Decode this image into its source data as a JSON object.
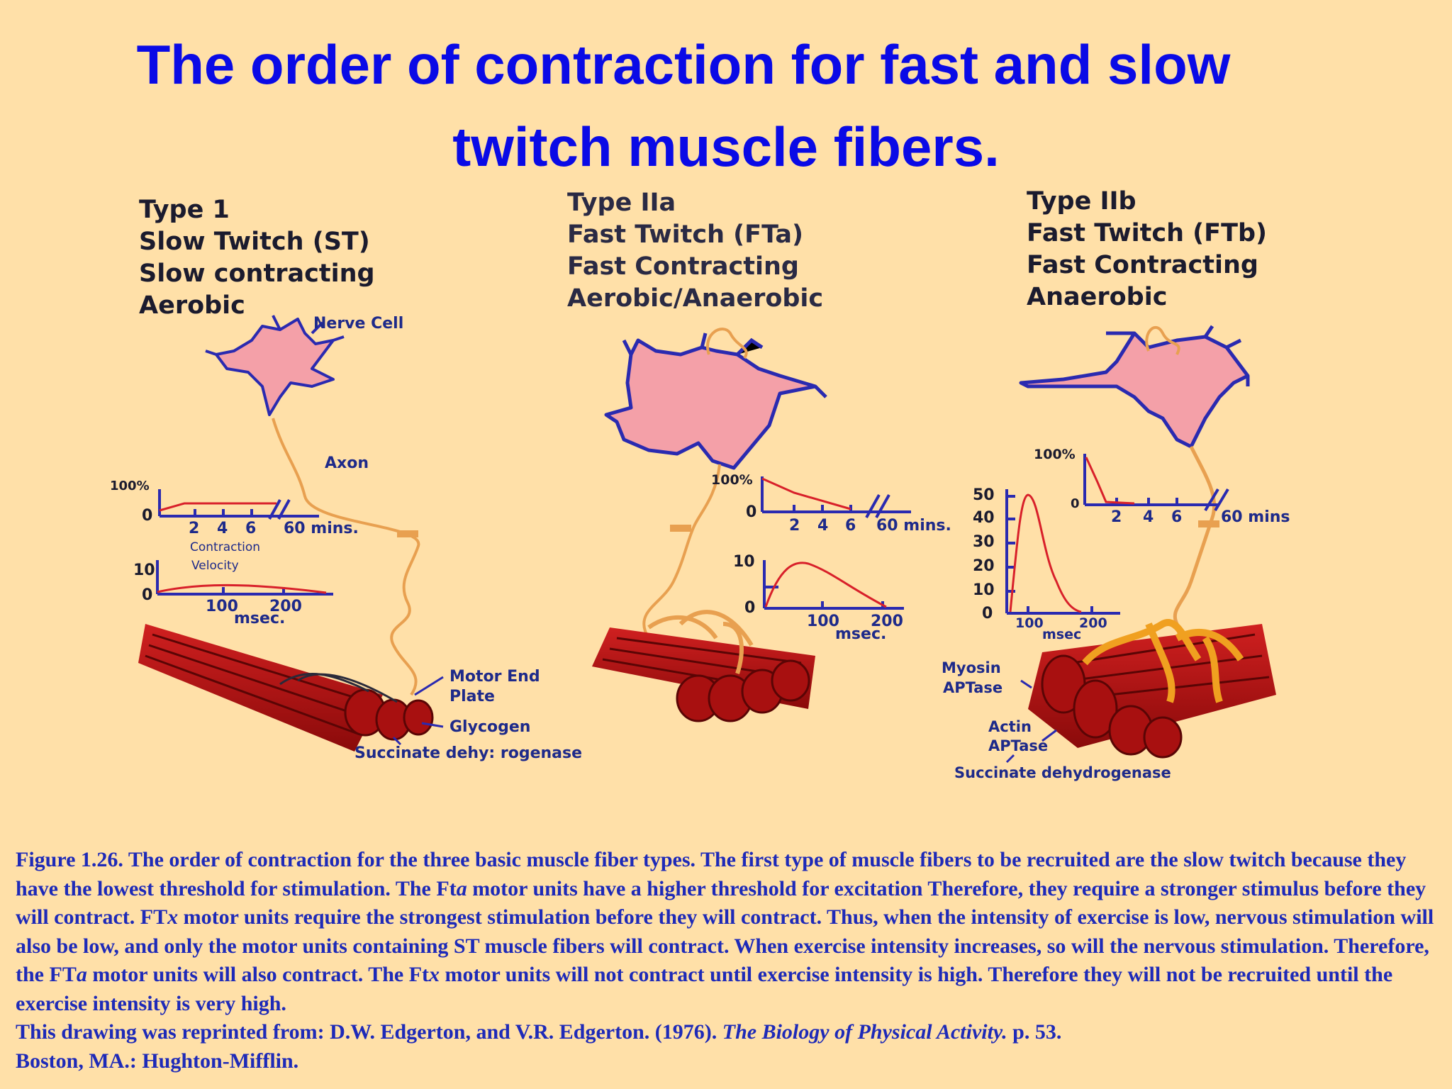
{
  "title": {
    "line1": "The order of contraction for fast and slow",
    "line2": "twitch muscle fibers."
  },
  "panels": [
    {
      "lines": [
        "Type 1",
        "Slow Twitch (ST)",
        "Slow contracting",
        "Aerobic"
      ],
      "labels": {
        "nerve_cell": "Nerve Cell",
        "axon": "Axon",
        "pct100": "100%",
        "zero_a": "0",
        "ticks_a": [
          "2",
          "4",
          "6",
          "60 mins."
        ],
        "contraction": "Contraction",
        "velocity": "Velocity",
        "ten": "10",
        "zero_b": "0",
        "ticks_b": [
          "100",
          "200"
        ],
        "msec": "msec.",
        "motor_end": "Motor End",
        "plate": "Plate",
        "glycogen": "Glycogen",
        "succinate": "Succinate dehy: rogenase"
      }
    },
    {
      "lines": [
        "Type IIa",
        "Fast Twitch (FTa)",
        "Fast Contracting",
        "Aerobic/Anaerobic"
      ],
      "labels": {
        "pct100": "100%",
        "zero_a": "0",
        "ticks_a": [
          "2",
          "4",
          "6",
          "60 mins."
        ],
        "ten": "10",
        "zero_b": "0",
        "ticks_b": [
          "100",
          "200"
        ],
        "msec": "msec."
      }
    },
    {
      "lines": [
        "Type IIb",
        "Fast Twitch (FTb)",
        "Fast Contracting",
        "Anaerobic"
      ],
      "labels": {
        "pct100": "100%",
        "zero_a": "0",
        "ticks_a": [
          "2",
          "4",
          "6",
          "60 mins"
        ],
        "yticks": [
          "50",
          "40",
          "30",
          "20",
          "10",
          "0"
        ],
        "ticks_b": [
          "100",
          "200"
        ],
        "msec": "msec",
        "myosin": "Myosin",
        "aptase1": "APTase",
        "actin": "Actin",
        "aptase2": "APTase",
        "succinate": "Succinate dehydrogenase"
      }
    }
  ],
  "caption": {
    "p1": "Figure 1.26. The order of contraction for the three basic muscle fiber types. The first type of muscle fibers to be recruited are the slow twitch because they have the lowest threshold for stimulation. The Ft",
    "i1": "a",
    "p2": " motor units have a higher threshold for excitation Therefore, they require a stronger stimulus before they will contract. FT",
    "i2": "x",
    "p3": " motor units require the strongest stimulation before they will contract.  Thus, when the intensity of exercise is low, nervous stimulation will also be low, and only the motor units containing ST muscle fibers will contract.  When exercise intensity increases, so will the nervous stimulation. Therefore, the FT",
    "i3": "a",
    "p4": "  motor units will also contract. The Ft",
    "i4": "x",
    "p5": " motor units will not contract until exercise intensity is high. Therefore they will not be recruited until the exercise intensity is very high.",
    "source1": "This drawing was reprinted from: D.W. Edgerton, and V.R. Edgerton. (1976). ",
    "source_title": "The Biology of Physical Activity.",
    "source2": " p. 53.",
    "source3": "Boston, MA.: Hughton-Mifflin."
  },
  "colors": {
    "background": "#FFE0A8",
    "title": "#0A0AE6",
    "caption": "#1E2AB8",
    "muscle": "#B81414",
    "nerve_body": "#F4A0A8",
    "nerve_outline": "#2A2AB0",
    "axon": "#E8A050",
    "curve": "#D8202A"
  }
}
